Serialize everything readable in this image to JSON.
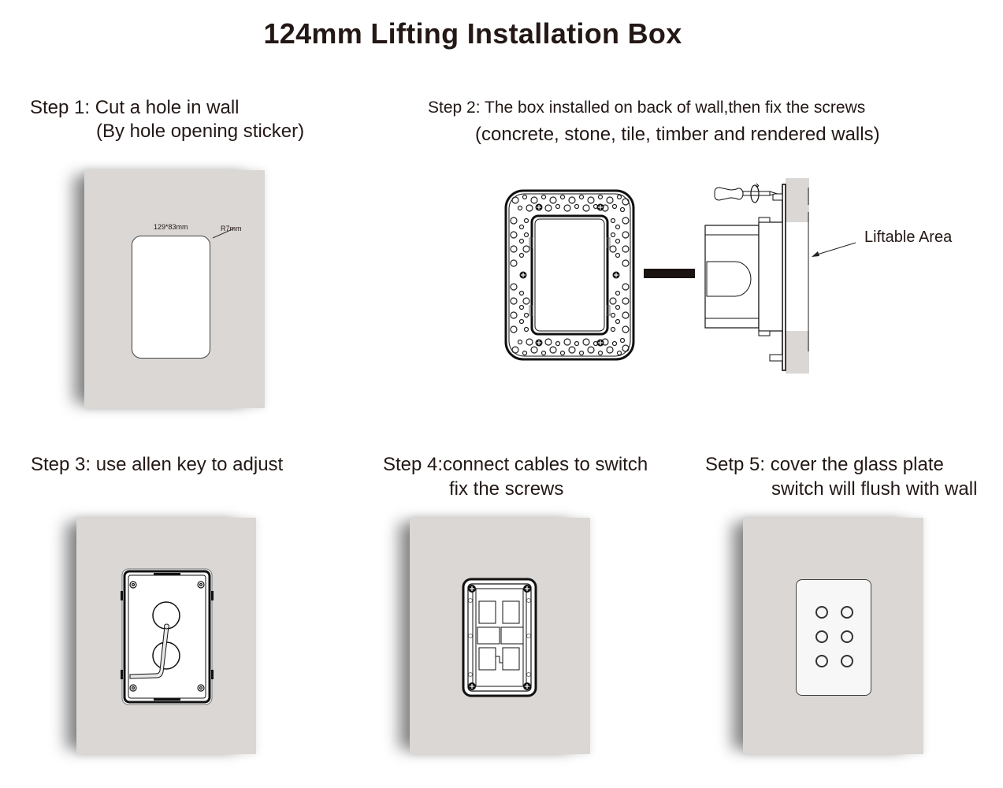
{
  "title": "124mm Lifting Installation Box",
  "steps": [
    {
      "line1": "Step 1: Cut a hole in wall",
      "line2": "(By hole opening sticker)",
      "dimension_label": "129*83mm",
      "radius_label": "R7mm"
    },
    {
      "line1": "Step 2: The box installed on back of wall,then fix the screws",
      "line2": "(concrete, stone, tile, timber and rendered walls)",
      "callout": "Liftable Area"
    },
    {
      "line1": "Step 3: use allen key to adjust"
    },
    {
      "line1": "Step 4:connect cables to switch",
      "line2": "fix the screws"
    },
    {
      "line1": "Setp 5: cover the glass plate",
      "line2": "switch will flush with wall"
    }
  ],
  "colors": {
    "wall": "#dad7d4",
    "ink": "#231815",
    "plate": "#f7f7f7"
  }
}
